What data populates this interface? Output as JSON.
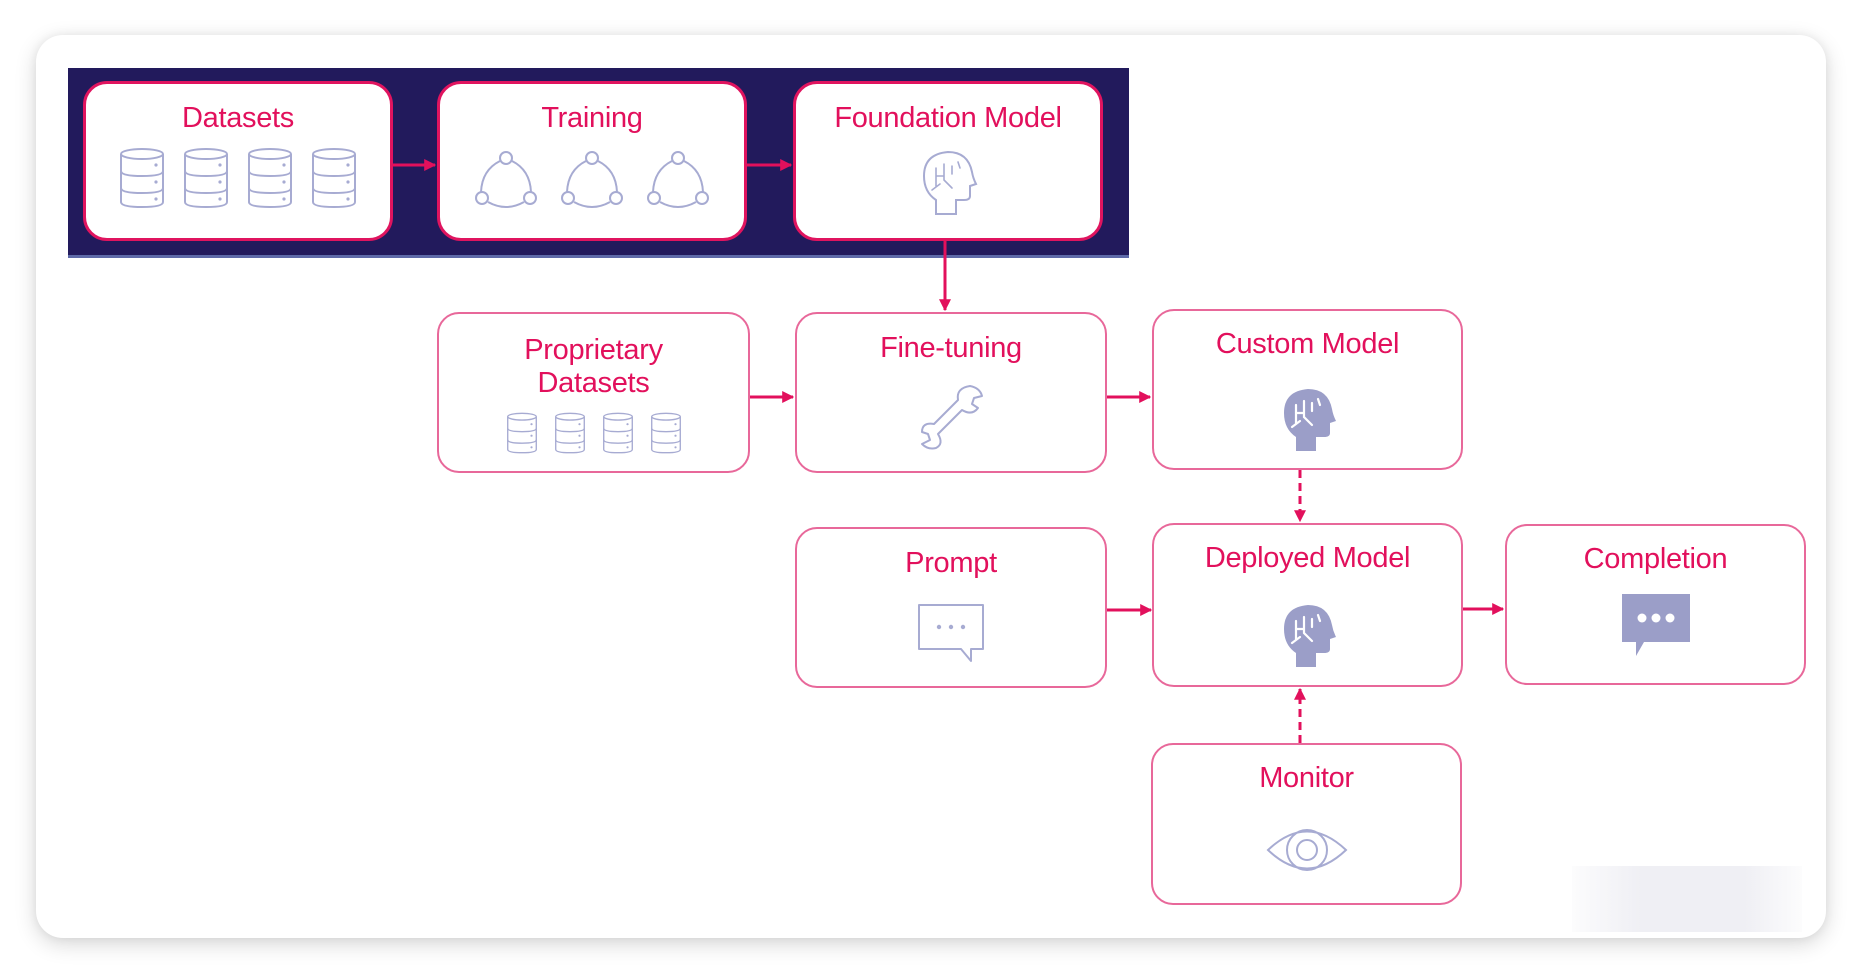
{
  "diagram": {
    "colors": {
      "accent": "#e2105c",
      "node_border": "#e8689a",
      "band_background": "#221a5c",
      "icon": "#9b9ec8",
      "icon_outline": "#a7abd2"
    },
    "foundation_stage": {
      "nodes": [
        {
          "id": "datasets",
          "label": "Datasets",
          "icon": "database-icon",
          "icon_count": 4
        },
        {
          "id": "training",
          "label": "Training",
          "icon": "network-cycle-icon",
          "icon_count": 3
        },
        {
          "id": "foundation_model",
          "label": "Foundation Model",
          "icon": "ai-head-outline-icon",
          "icon_count": 1
        }
      ]
    },
    "nodes": [
      {
        "id": "proprietary_datasets",
        "label_line1": "Proprietary",
        "label_line2": "Datasets",
        "icon": "database-icon",
        "icon_count": 4
      },
      {
        "id": "fine_tuning",
        "label": "Fine-tuning",
        "icon": "wrench-icon"
      },
      {
        "id": "custom_model",
        "label": "Custom Model",
        "icon": "ai-head-filled-icon"
      },
      {
        "id": "prompt",
        "label": "Prompt",
        "icon": "chat-bubble-outline-icon"
      },
      {
        "id": "deployed_model",
        "label": "Deployed Model",
        "icon": "ai-head-filled-icon"
      },
      {
        "id": "completion",
        "label": "Completion",
        "icon": "chat-bubble-filled-icon"
      },
      {
        "id": "monitor",
        "label": "Monitor",
        "icon": "eye-icon"
      }
    ],
    "edges": [
      {
        "from": "datasets",
        "to": "training",
        "style": "solid"
      },
      {
        "from": "training",
        "to": "foundation_model",
        "style": "solid"
      },
      {
        "from": "foundation_model",
        "to": "fine_tuning",
        "style": "solid"
      },
      {
        "from": "proprietary_datasets",
        "to": "fine_tuning",
        "style": "solid"
      },
      {
        "from": "fine_tuning",
        "to": "custom_model",
        "style": "solid"
      },
      {
        "from": "custom_model",
        "to": "deployed_model",
        "style": "dashed"
      },
      {
        "from": "prompt",
        "to": "deployed_model",
        "style": "solid"
      },
      {
        "from": "deployed_model",
        "to": "completion",
        "style": "solid"
      },
      {
        "from": "monitor",
        "to": "deployed_model",
        "style": "dashed"
      }
    ]
  }
}
